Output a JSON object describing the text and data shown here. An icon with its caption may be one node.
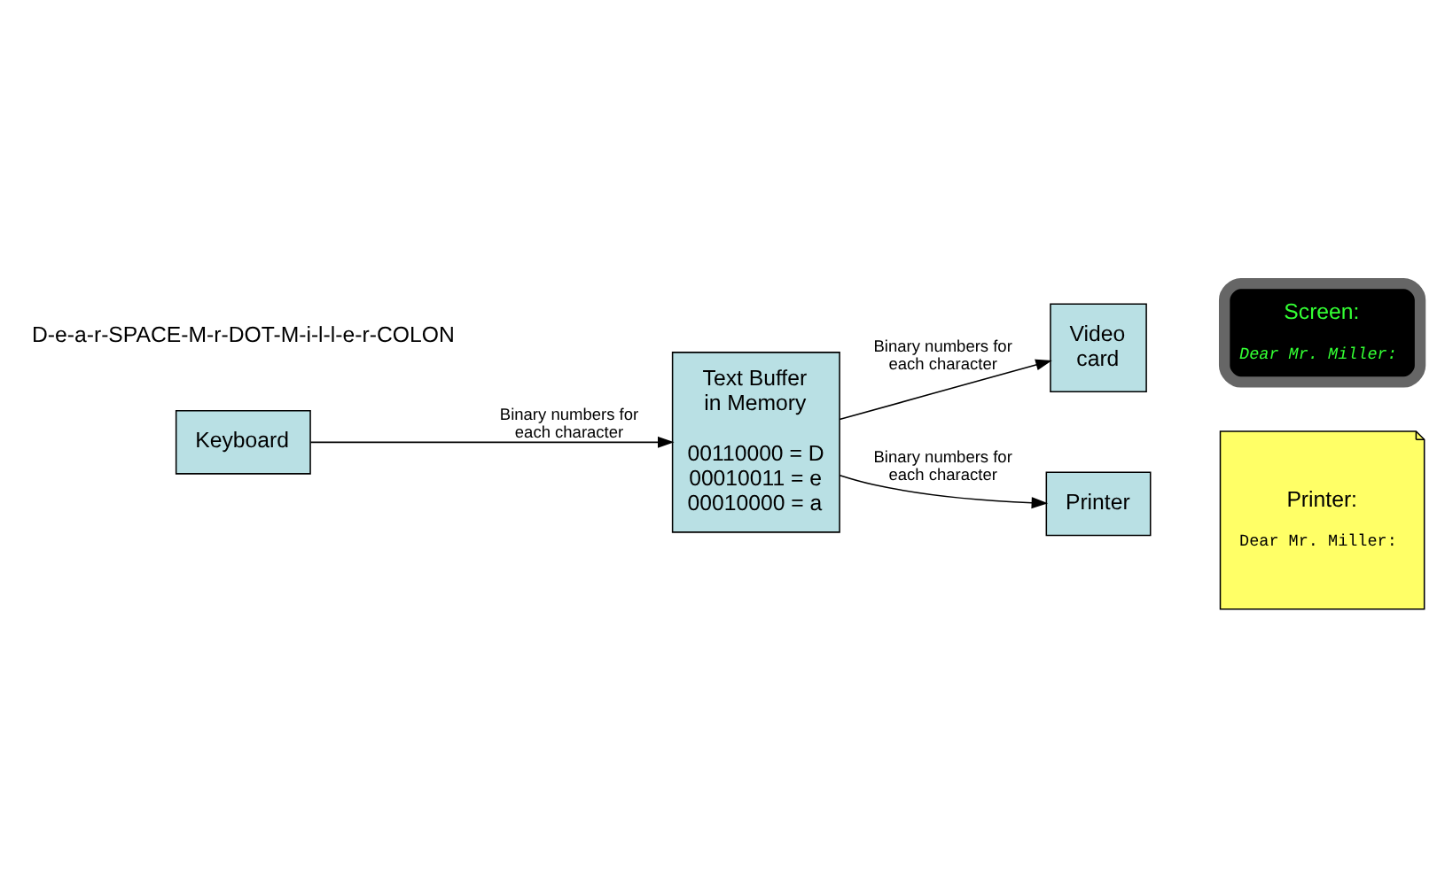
{
  "diagram": {
    "nodes": [
      {
        "text": [
          "Keyboard"
        ]
      },
      {
        "text": [
          "Video card"
        ]
      },
      {
        "text": [
          "Screen:",
          "Dear Mr. Miller:"
        ]
      },
      {
        "text": [
          "Text Buffer in Memory",
          "00110000 = D 00010011 = e 00010000 = a"
        ]
      },
      {
        "text": [
          "Printer"
        ]
      },
      {
        "text": [
          "Printer:",
          "Dear Mr. Miller:"
        ]
      }
    ],
    "edges": [
      {
        "from": 0,
        "to": 3,
        "arrow": "to",
        "label": "Binary numbers for each character"
      },
      {
        "from": 3,
        "to": 1,
        "arrow": "to",
        "label": "Binary numbers for each character"
      },
      {
        "from": 3,
        "to": 4,
        "arrow": "to",
        "label": "Binary numbers for each character"
      }
    ],
    "labels": [
      "D-e-a-r-SPACE-M-r-DOT-M-i-l-l-e-r-COLON"
    ]
  }
}
